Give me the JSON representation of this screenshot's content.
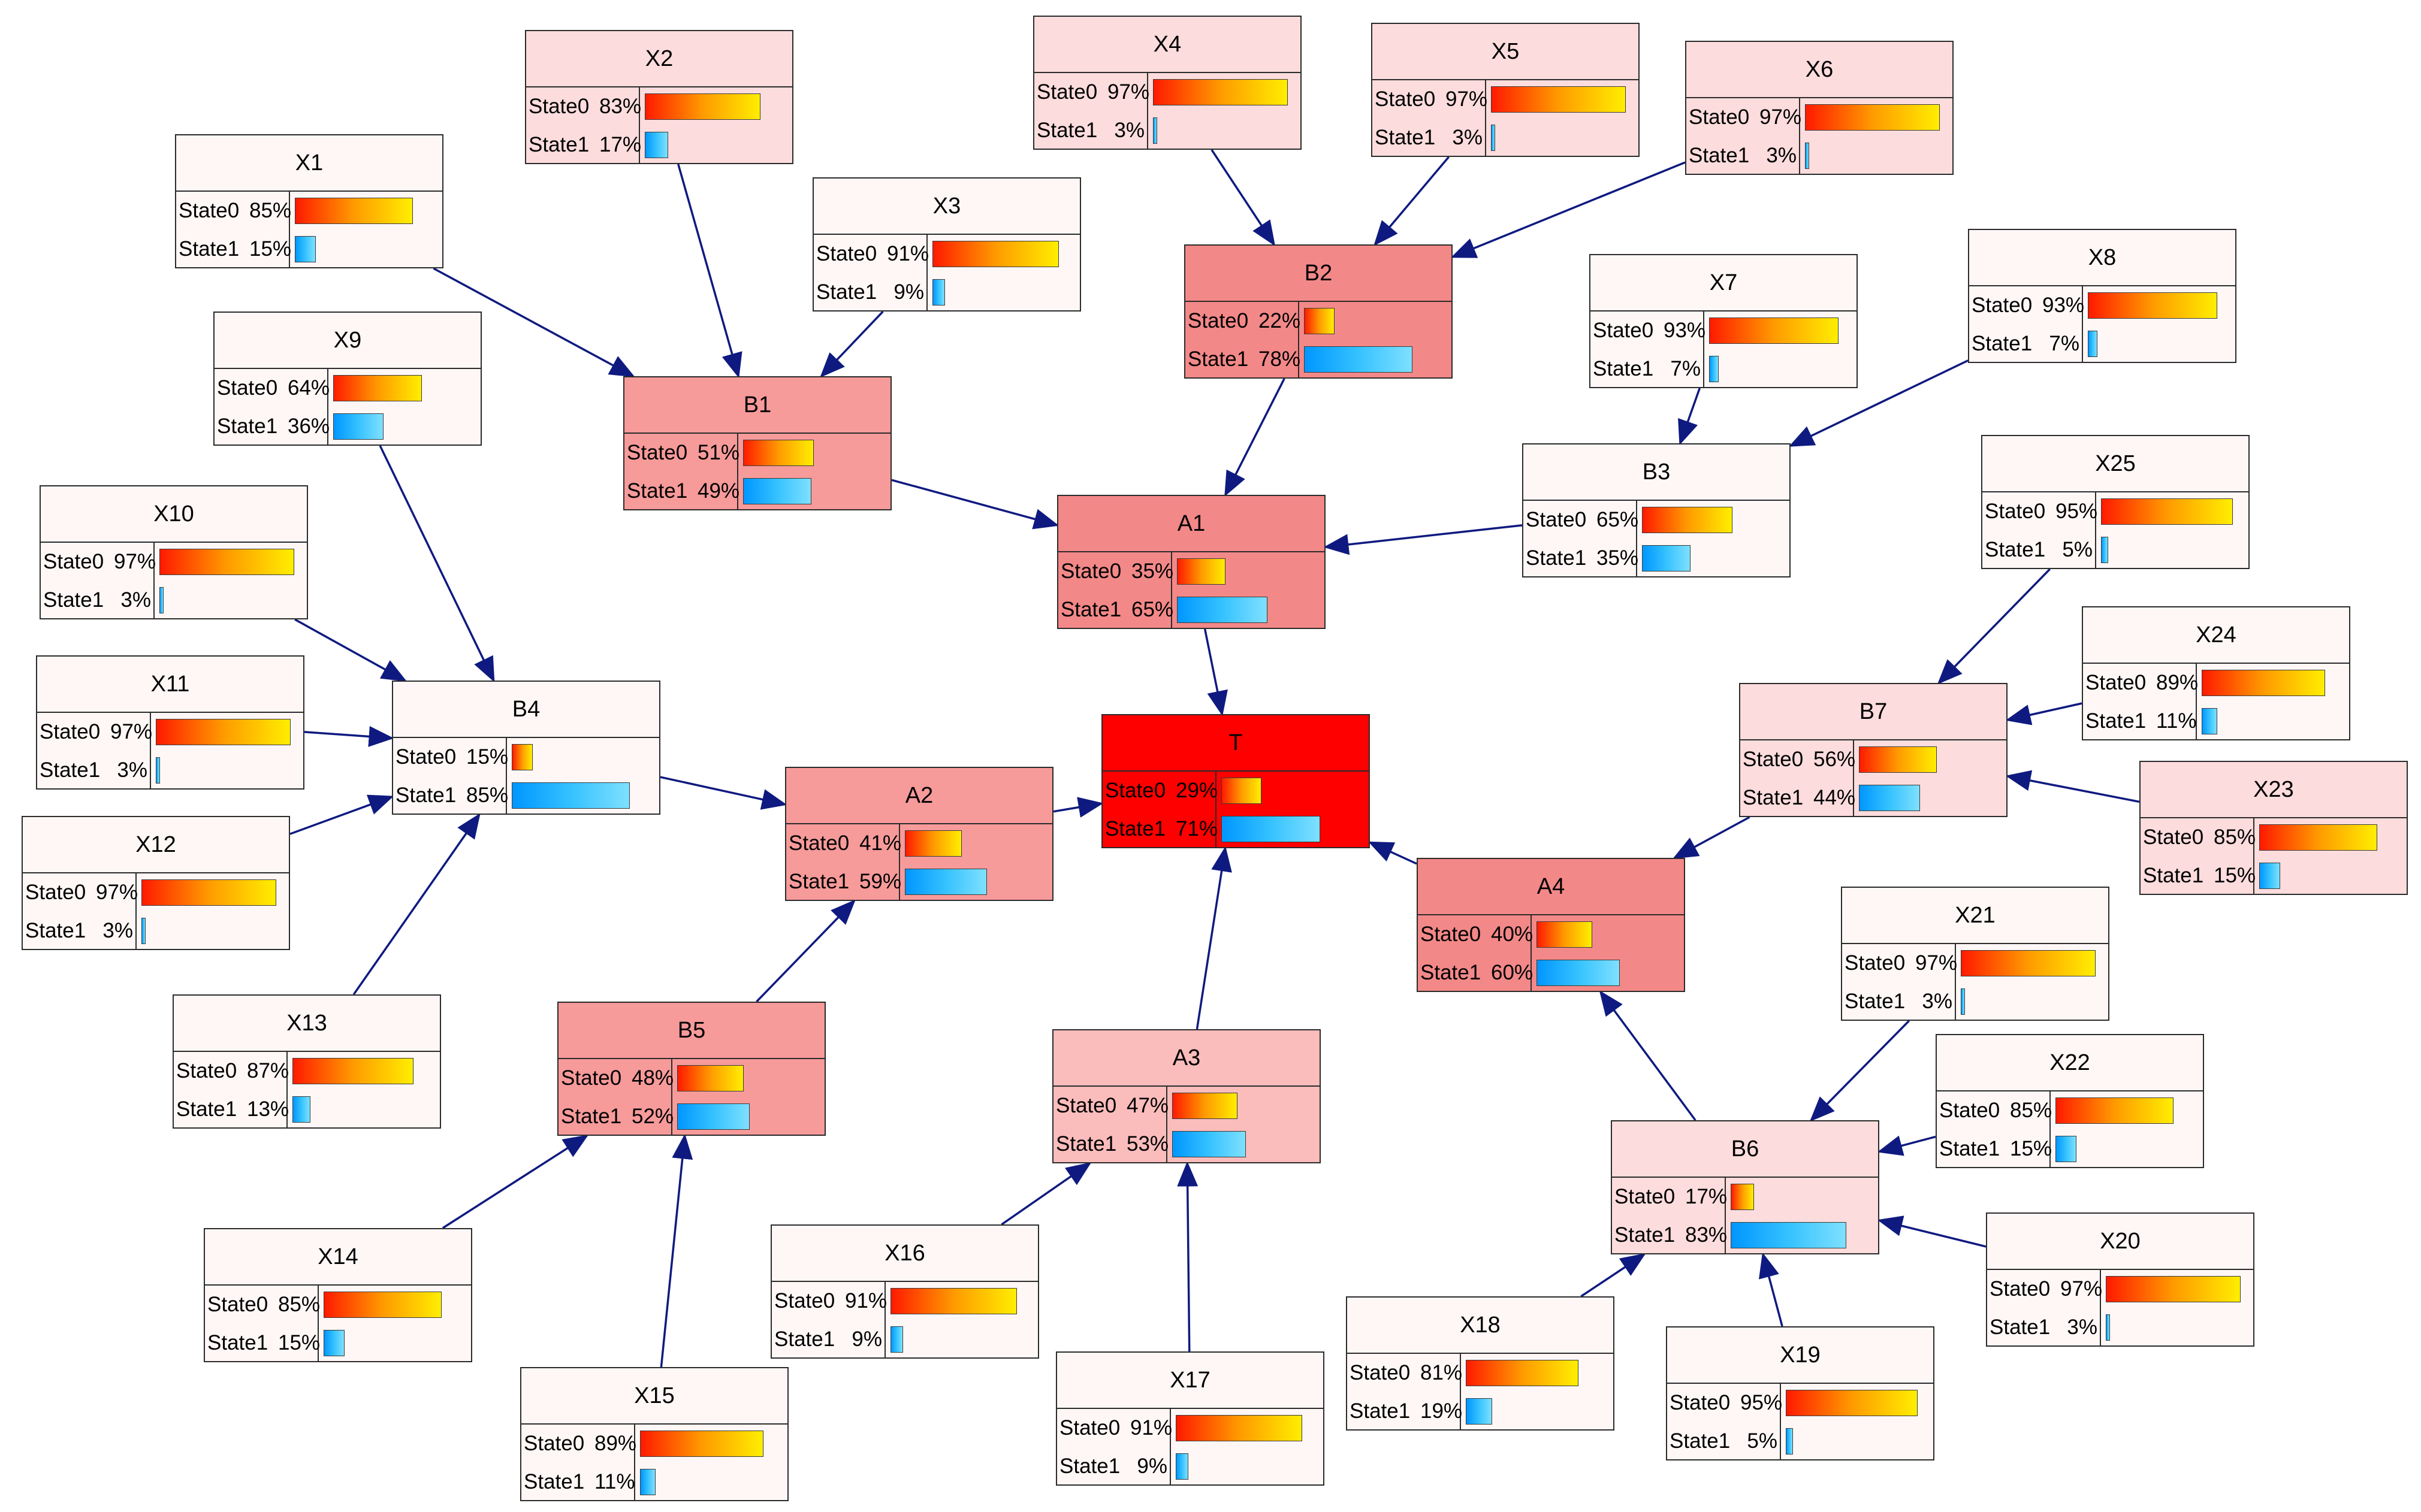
{
  "colors": {
    "edge": "#0f1a80",
    "node_white": "#fef7f6",
    "node_light": "#fcdcdc",
    "node_pink": "#fbbcbc",
    "node_salmon": "#f79a9a",
    "node_red": "#f38888",
    "node_target": "#ff0000"
  },
  "nodes": {
    "X1": {
      "title": "X1",
      "state0": "85%",
      "state1": "15%",
      "p0": 0.85,
      "p1": 0.15
    },
    "X2": {
      "title": "X2",
      "state0": "83%",
      "state1": "17%",
      "p0": 0.83,
      "p1": 0.17
    },
    "X3": {
      "title": "X3",
      "state0": "91%",
      "state1": "9%",
      "p0": 0.91,
      "p1": 0.09
    },
    "X4": {
      "title": "X4",
      "state0": "97%",
      "state1": "3%",
      "p0": 0.97,
      "p1": 0.03
    },
    "X5": {
      "title": "X5",
      "state0": "97%",
      "state1": "3%",
      "p0": 0.97,
      "p1": 0.03
    },
    "X6": {
      "title": "X6",
      "state0": "97%",
      "state1": "3%",
      "p0": 0.97,
      "p1": 0.03
    },
    "X7": {
      "title": "X7",
      "state0": "93%",
      "state1": "7%",
      "p0": 0.93,
      "p1": 0.07
    },
    "X8": {
      "title": "X8",
      "state0": "93%",
      "state1": "7%",
      "p0": 0.93,
      "p1": 0.07
    },
    "X9": {
      "title": "X9",
      "state0": "64%",
      "state1": "36%",
      "p0": 0.64,
      "p1": 0.36
    },
    "X10": {
      "title": "X10",
      "state0": "97%",
      "state1": "3%",
      "p0": 0.97,
      "p1": 0.03
    },
    "X11": {
      "title": "X11",
      "state0": "97%",
      "state1": "3%",
      "p0": 0.97,
      "p1": 0.03
    },
    "X12": {
      "title": "X12",
      "state0": "97%",
      "state1": "3%",
      "p0": 0.97,
      "p1": 0.03
    },
    "X13": {
      "title": "X13",
      "state0": "87%",
      "state1": "13%",
      "p0": 0.87,
      "p1": 0.13
    },
    "X14": {
      "title": "X14",
      "state0": "85%",
      "state1": "15%",
      "p0": 0.85,
      "p1": 0.15
    },
    "X15": {
      "title": "X15",
      "state0": "89%",
      "state1": "11%",
      "p0": 0.89,
      "p1": 0.11
    },
    "X16": {
      "title": "X16",
      "state0": "91%",
      "state1": "9%",
      "p0": 0.91,
      "p1": 0.09
    },
    "X17": {
      "title": "X17",
      "state0": "91%",
      "state1": "9%",
      "p0": 0.91,
      "p1": 0.09
    },
    "X18": {
      "title": "X18",
      "state0": "81%",
      "state1": "19%",
      "p0": 0.81,
      "p1": 0.19
    },
    "X19": {
      "title": "X19",
      "state0": "95%",
      "state1": "5%",
      "p0": 0.95,
      "p1": 0.05
    },
    "X20": {
      "title": "X20",
      "state0": "97%",
      "state1": "3%",
      "p0": 0.97,
      "p1": 0.03
    },
    "X21": {
      "title": "X21",
      "state0": "97%",
      "state1": "3%",
      "p0": 0.97,
      "p1": 0.03
    },
    "X22": {
      "title": "X22",
      "state0": "85%",
      "state1": "15%",
      "p0": 0.85,
      "p1": 0.15
    },
    "X23": {
      "title": "X23",
      "state0": "85%",
      "state1": "15%",
      "p0": 0.85,
      "p1": 0.15
    },
    "X24": {
      "title": "X24",
      "state0": "89%",
      "state1": "11%",
      "p0": 0.89,
      "p1": 0.11
    },
    "X25": {
      "title": "X25",
      "state0": "95%",
      "state1": "5%",
      "p0": 0.95,
      "p1": 0.05
    },
    "B1": {
      "title": "B1",
      "state0": "51%",
      "state1": "49%",
      "p0": 0.51,
      "p1": 0.49
    },
    "B2": {
      "title": "B2",
      "state0": "22%",
      "state1": "78%",
      "p0": 0.22,
      "p1": 0.78
    },
    "B3": {
      "title": "B3",
      "state0": "65%",
      "state1": "35%",
      "p0": 0.65,
      "p1": 0.35
    },
    "B4": {
      "title": "B4",
      "state0": "15%",
      "state1": "85%",
      "p0": 0.15,
      "p1": 0.85
    },
    "B5": {
      "title": "B5",
      "state0": "48%",
      "state1": "52%",
      "p0": 0.48,
      "p1": 0.52
    },
    "B6": {
      "title": "B6",
      "state0": "17%",
      "state1": "83%",
      "p0": 0.17,
      "p1": 0.83
    },
    "B7": {
      "title": "B7",
      "state0": "56%",
      "state1": "44%",
      "p0": 0.56,
      "p1": 0.44
    },
    "A1": {
      "title": "A1",
      "state0": "35%",
      "state1": "65%",
      "p0": 0.35,
      "p1": 0.65
    },
    "A2": {
      "title": "A2",
      "state0": "41%",
      "state1": "59%",
      "p0": 0.41,
      "p1": 0.59
    },
    "A3": {
      "title": "A3",
      "state0": "47%",
      "state1": "53%",
      "p0": 0.47,
      "p1": 0.53
    },
    "A4": {
      "title": "A4",
      "state0": "40%",
      "state1": "60%",
      "p0": 0.4,
      "p1": 0.6
    },
    "T": {
      "title": "T",
      "state0": "29%",
      "state1": "71%",
      "p0": 0.29,
      "p1": 0.71
    }
  },
  "state_labels": {
    "state0": "State0",
    "state1": "State1"
  },
  "edges": [
    [
      "X1",
      "B1"
    ],
    [
      "X2",
      "B1"
    ],
    [
      "X3",
      "B1"
    ],
    [
      "X4",
      "B2"
    ],
    [
      "X5",
      "B2"
    ],
    [
      "X6",
      "B2"
    ],
    [
      "X7",
      "B3"
    ],
    [
      "X8",
      "B3"
    ],
    [
      "X9",
      "B4"
    ],
    [
      "X10",
      "B4"
    ],
    [
      "X11",
      "B4"
    ],
    [
      "X12",
      "B4"
    ],
    [
      "X13",
      "B4"
    ],
    [
      "X14",
      "B5"
    ],
    [
      "X15",
      "B5"
    ],
    [
      "X18",
      "B6"
    ],
    [
      "X19",
      "B6"
    ],
    [
      "X20",
      "B6"
    ],
    [
      "X21",
      "B6"
    ],
    [
      "X22",
      "B6"
    ],
    [
      "X23",
      "B7"
    ],
    [
      "X24",
      "B7"
    ],
    [
      "X25",
      "B7"
    ],
    [
      "B1",
      "A1"
    ],
    [
      "B2",
      "A1"
    ],
    [
      "B3",
      "A1"
    ],
    [
      "B4",
      "A2"
    ],
    [
      "B5",
      "A2"
    ],
    [
      "X16",
      "A3"
    ],
    [
      "X17",
      "A3"
    ],
    [
      "B6",
      "A4"
    ],
    [
      "B7",
      "A4"
    ],
    [
      "A1",
      "T"
    ],
    [
      "A2",
      "T"
    ],
    [
      "A3",
      "T"
    ],
    [
      "A4",
      "T"
    ]
  ]
}
